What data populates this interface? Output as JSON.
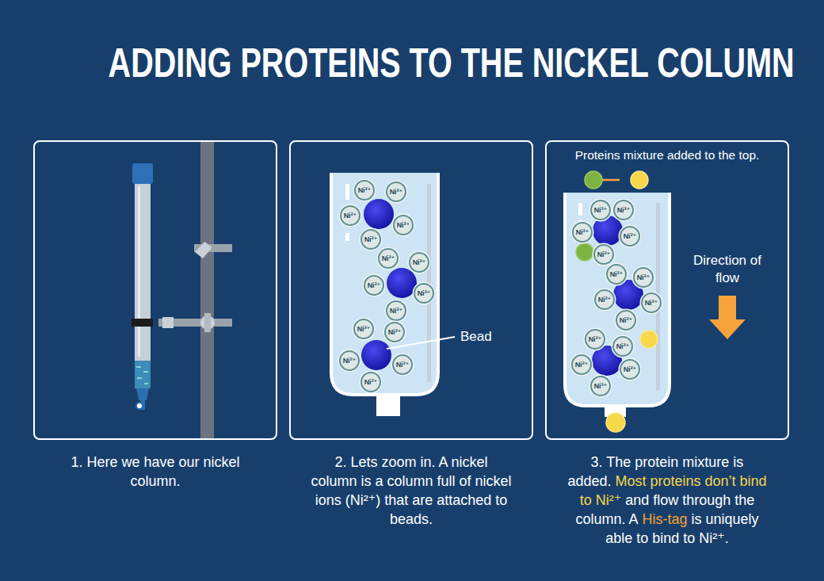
{
  "diagram": {
    "title": "ADDING PROTEINS TO THE NICKEL COLUMN",
    "nodes": [
      {
        "text": [
          "1. Here we have our nickel column."
        ]
      },
      {
        "text": [
          "2. Lets zoom in. A nickel column is a column full of nickel ions (Ni²⁺) that are attached to beads."
        ]
      },
      {
        "text": [
          "3. The protein mixture is added.",
          "Most proteins don’t bind to Ni²⁺",
          "and flow through the column. A",
          "His-tag",
          "is uniquely able to bind to Ni²⁺."
        ]
      },
      {
        "text": [
          "Ni²⁺"
        ],
        "in": 1
      },
      {
        "text": [
          "Ni²⁺"
        ],
        "in": 1
      },
      {
        "text": [
          "Ni²⁺"
        ],
        "in": 1
      },
      {
        "text": [
          "Ni²⁺"
        ],
        "in": 1
      },
      {
        "text": [
          "Ni²⁺"
        ],
        "in": 1
      },
      {
        "text": [
          "Ni²⁺"
        ],
        "in": 1
      },
      {
        "text": [
          "Ni²⁺"
        ],
        "in": 1
      },
      {
        "text": [
          "Ni²⁺"
        ],
        "in": 1
      },
      {
        "text": [
          "Ni²⁺"
        ],
        "in": 1
      },
      {
        "text": [
          "Ni²⁺"
        ],
        "in": 1
      },
      {
        "text": [
          "Ni²⁺"
        ],
        "in": 1
      },
      {
        "text": [
          "Ni²⁺"
        ],
        "in": 1
      },
      {
        "text": [
          "Ni²⁺"
        ],
        "in": 1
      },
      {
        "text": [
          "Ni²⁺"
        ],
        "in": 1
      },
      {
        "text": [
          "Ni²⁺"
        ],
        "in": 1
      },
      {
        "text": [
          "Ni²⁺"
        ],
        "in": 2
      },
      {
        "text": [
          "Ni²⁺"
        ],
        "in": 2
      },
      {
        "text": [
          "Ni²⁺"
        ],
        "in": 2
      },
      {
        "text": [
          "Ni²⁺"
        ],
        "in": 2
      },
      {
        "text": [
          "Ni²⁺"
        ],
        "in": 2
      },
      {
        "text": [
          "Ni²⁺"
        ],
        "in": 2
      },
      {
        "text": [
          "Ni²⁺"
        ],
        "in": 2
      },
      {
        "text": [
          "Ni²⁺"
        ],
        "in": 2
      },
      {
        "text": [
          "Ni²⁺"
        ],
        "in": 2
      },
      {
        "text": [
          "Ni²⁺"
        ],
        "in": 2
      },
      {
        "text": [
          "Ni²⁺"
        ],
        "in": 2
      },
      {
        "text": [
          "Ni²⁺"
        ],
        "in": 2
      },
      {
        "text": [
          "Ni²⁺"
        ],
        "in": 2
      },
      {
        "text": [
          "Ni²⁺"
        ],
        "in": 2
      },
      {
        "text": [
          "Ni²⁺"
        ],
        "in": 2
      }
    ],
    "labels": [
      "Bead",
      "Proteins mixture added to the top.",
      "Direction of flow"
    ]
  }
}
